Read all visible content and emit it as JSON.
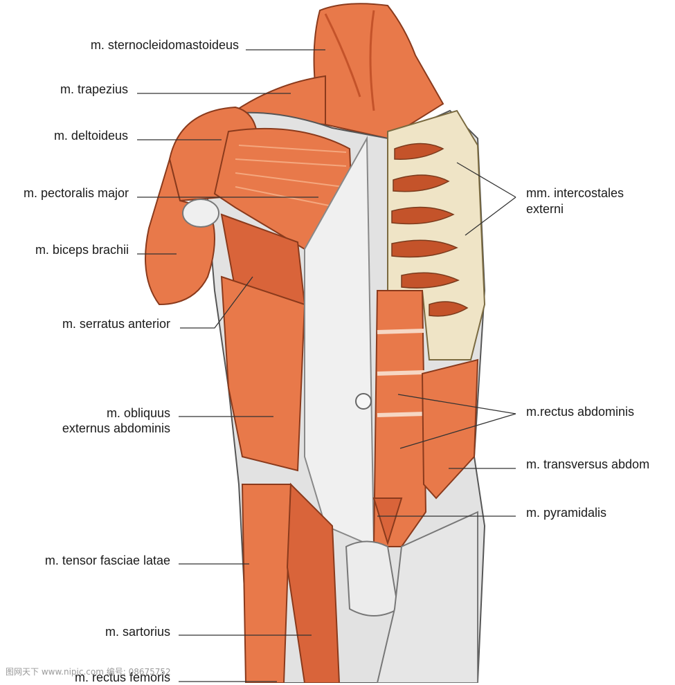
{
  "labels": {
    "sternocleidomastoideus": "m. sternocleidomastoideus",
    "trapezius": "m. trapezius",
    "deltoideus": "m. deltoideus",
    "pectoralis_major": "m. pectoralis major",
    "biceps_brachii": "m. biceps brachii",
    "serratus_anterior": "m. serratus anterior",
    "obliquus_line1": "m. obliquus",
    "obliquus_line2": "externus abdominis",
    "tensor_fasciae_latae": "m. tensor fasciae latae",
    "sartorius": "m. sartorius",
    "rectus_femoris": "m. rectus femoris",
    "intercostales_line1": "mm. intercostales",
    "intercostales_line2": "externi",
    "rectus_abdominis": "m.rectus abdominis",
    "transversus": "m. transversus abdom",
    "pyramidalis": "m. pyramidalis"
  },
  "watermark": "图网天下 www.nipic.com 编号: 08675752",
  "colors": {
    "muscle": "#e8794a",
    "muscle_dark": "#c4532a",
    "muscle_light": "#f4a77e",
    "fascia": "#dcdcdc",
    "fascia_light": "#efefef",
    "bone": "#efe4c6",
    "leader": "#333333"
  }
}
